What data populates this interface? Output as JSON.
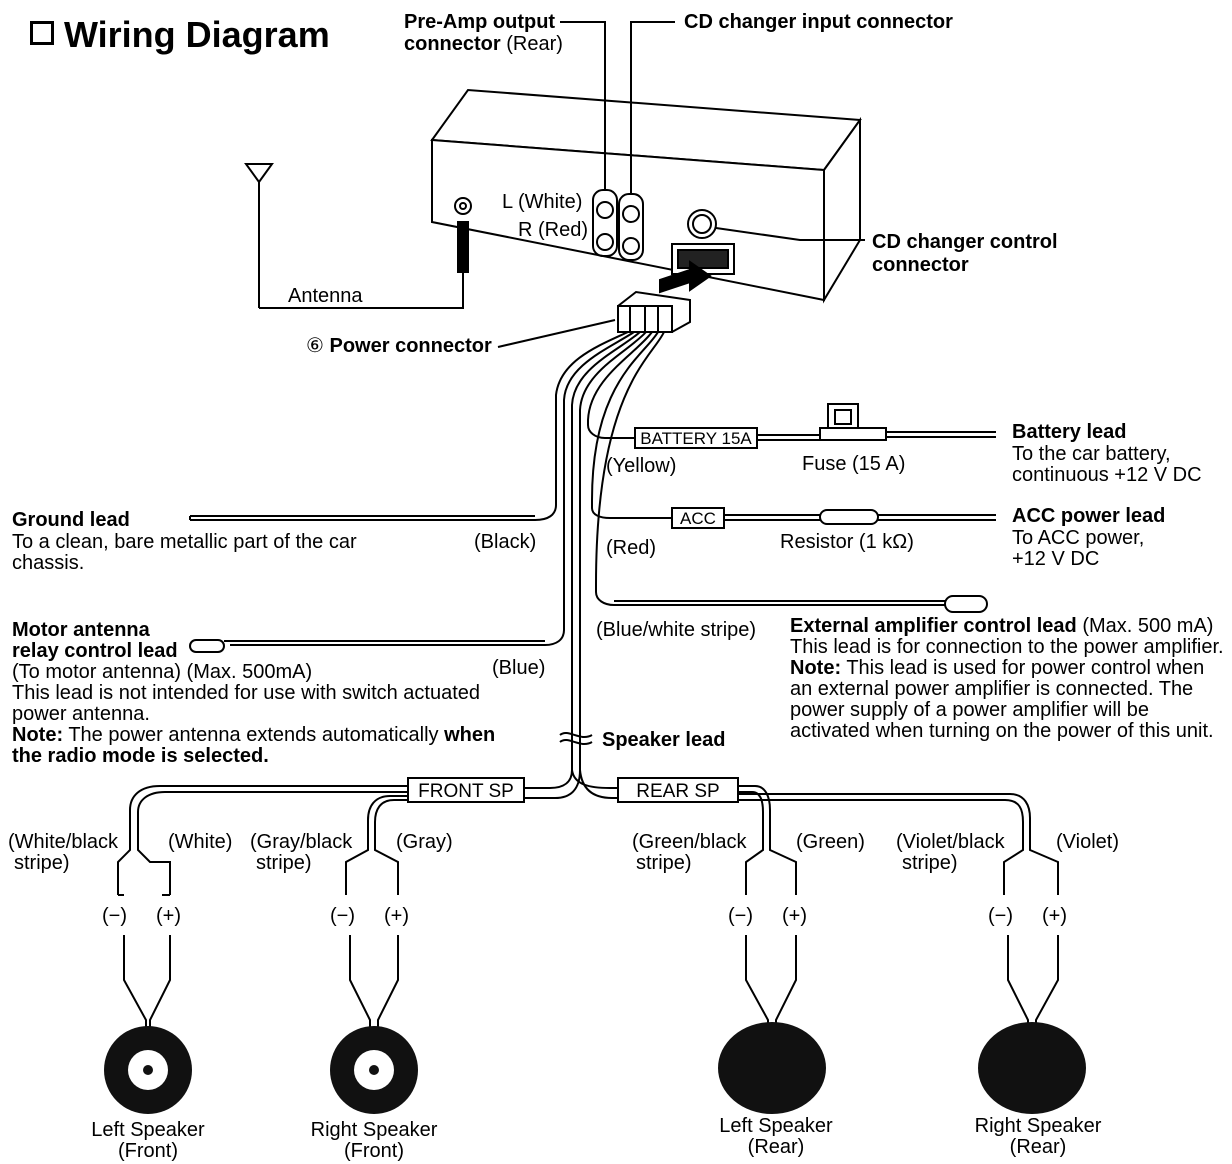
{
  "title": "Wiring Diagram",
  "unit": {
    "preamp_label_1": "Pre-Amp output",
    "preamp_label_2": "connector",
    "preamp_label_rear": "(Rear)",
    "cd_input_label": "CD changer input connector",
    "cd_control_label_1": "CD changer control",
    "cd_control_label_2": "connector",
    "left_white": "L (White)",
    "right_red": "R (Red)",
    "antenna": "Antenna",
    "power_connector_num": "⑥",
    "power_connector": "Power connector"
  },
  "leads": {
    "battery_box": "BATTERY 15A",
    "yellow": "(Yellow)",
    "fuse": "Fuse (15 A)",
    "battery_title": "Battery lead",
    "battery_desc_1": "To the car battery,",
    "battery_desc_2": "continuous +12 V DC",
    "acc_box": "ACC",
    "red": "(Red)",
    "resistor": "Resistor (1 kΩ)",
    "acc_title": "ACC power lead",
    "acc_desc_1": "To ACC power,",
    "acc_desc_2": "+12 V DC",
    "ground_title": "Ground lead",
    "ground_desc_1": "To a clean, bare metallic part of the car",
    "ground_desc_2": "chassis.",
    "black": "(Black)",
    "blue_white": "(Blue/white stripe)",
    "ext_title": "External amplifier control lead",
    "ext_max": "(Max. 500 mA)",
    "ext_desc_1": "This lead is for connection to the power amplifier.",
    "ext_note_label": "Note:",
    "ext_note_1": "This lead is used for power control when",
    "ext_note_2": "an external power amplifier is connected.  The",
    "ext_note_3": "power supply of a power amplifier will be",
    "ext_note_4": "activated when turning on the power of this unit.",
    "motor_title_1": "Motor antenna",
    "motor_title_2": "relay control lead",
    "blue": "(Blue)",
    "motor_desc_1": "(To motor antenna) (Max. 500mA)",
    "motor_desc_2": "This lead is not intended for use with switch actuated",
    "motor_desc_3": "power antenna.",
    "motor_note_label": "Note:",
    "motor_note_text": "The power antenna extends automatically",
    "motor_note_bold_1": "when",
    "motor_note_bold_2": "the radio mode is selected.",
    "speaker_lead": "Speaker lead"
  },
  "speakers": {
    "front_box": "FRONT SP",
    "rear_box": "REAR SP",
    "white_black_1": "(White/black",
    "white_black_2": "stripe)",
    "white": "(White)",
    "gray_black_1": "(Gray/black",
    "gray_black_2": "stripe)",
    "gray": "(Gray)",
    "green_black_1": "(Green/black",
    "green_black_2": "stripe)",
    "green": "(Green)",
    "violet_black_1": "(Violet/black",
    "violet_black_2": "stripe)",
    "violet": "(Violet)",
    "minus": "(−)",
    "plus": "(+)",
    "lf_1": "Left Speaker",
    "lf_2": "(Front)",
    "rf_1": "Right Speaker",
    "rf_2": "(Front)",
    "lr_1": "Left Speaker",
    "lr_2": "(Rear)",
    "rr_1": "Right Speaker",
    "rr_2": "(Rear)"
  }
}
